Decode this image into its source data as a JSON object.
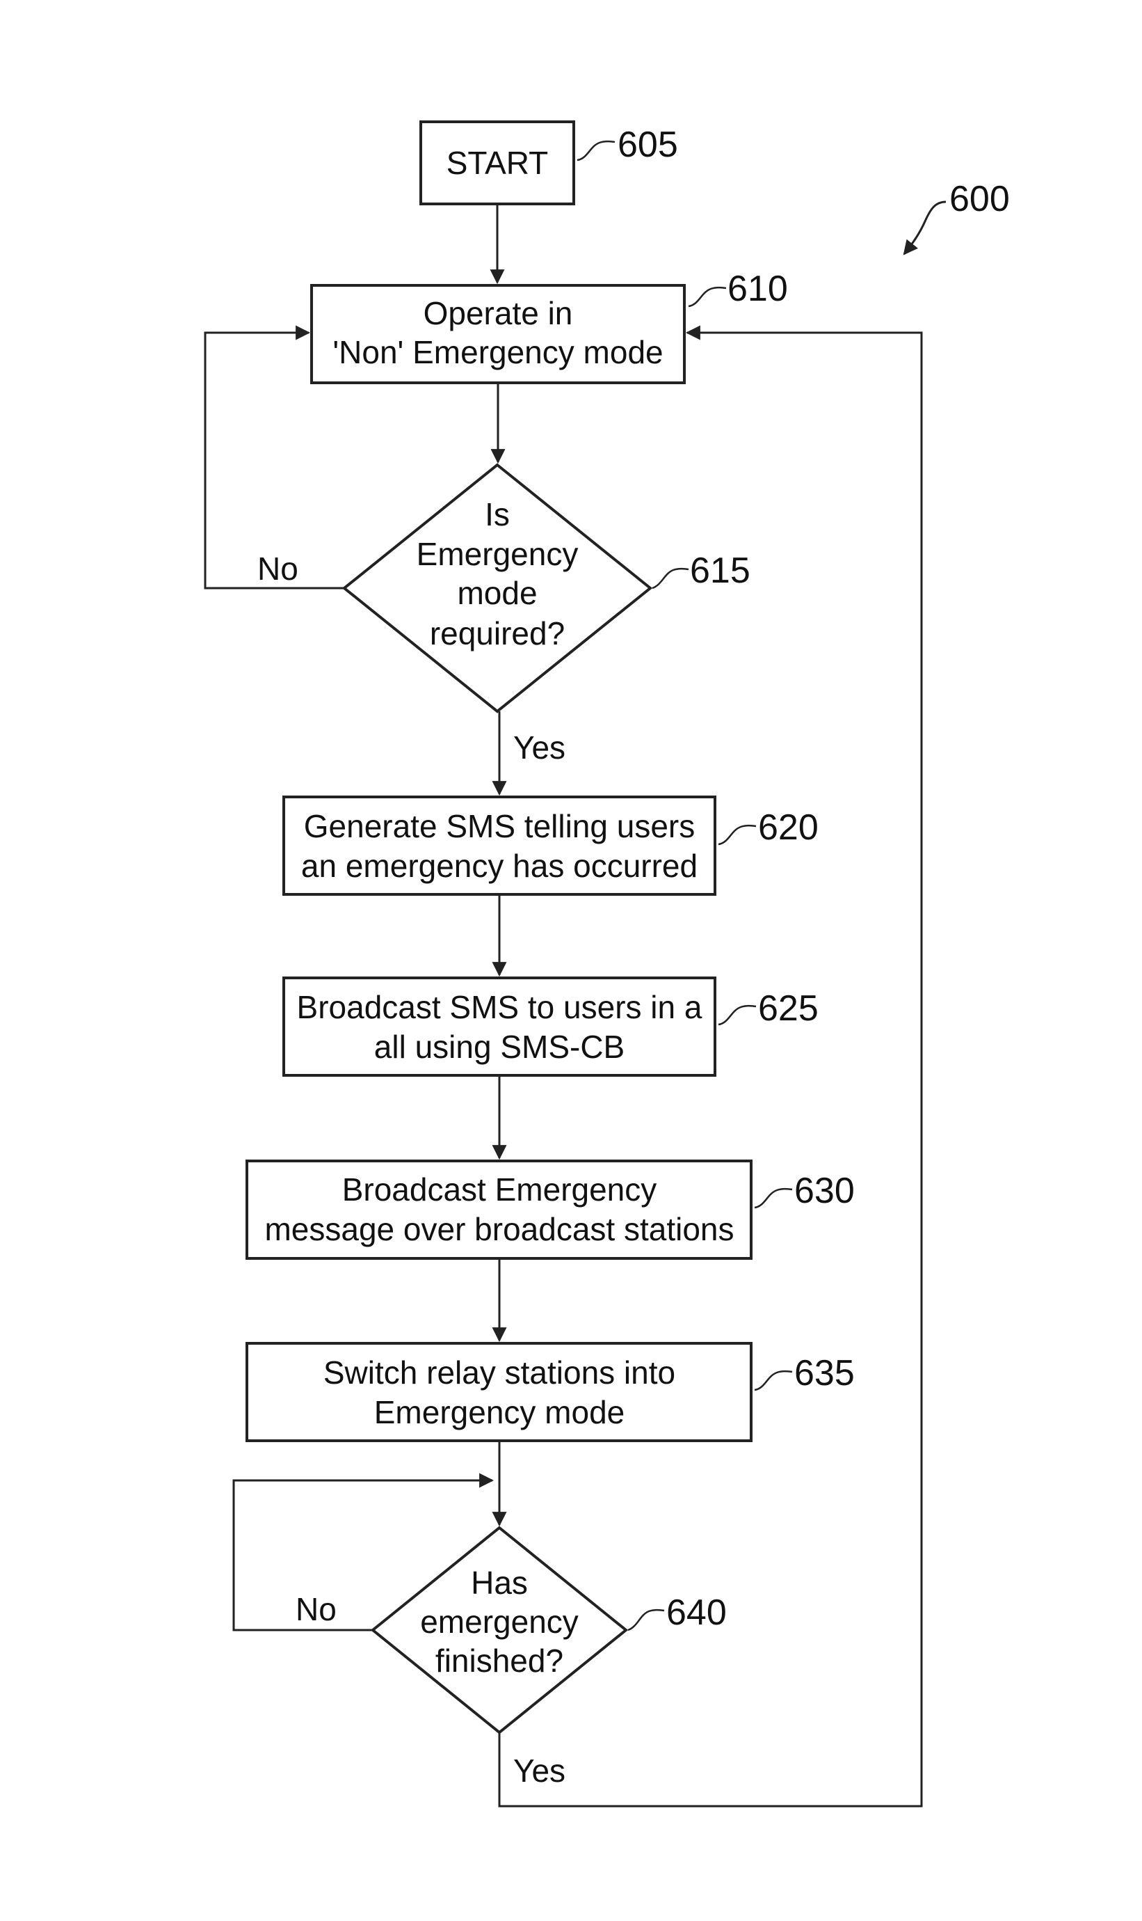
{
  "figure_ref": "600",
  "nodes": {
    "start": {
      "ref": "605",
      "lines": [
        "START"
      ]
    },
    "non_emergency": {
      "ref": "610",
      "lines": [
        "Operate in",
        "'Non' Emergency mode"
      ]
    },
    "decision_required": {
      "ref": "615",
      "lines": [
        "Is",
        "Emergency",
        "mode",
        "required?"
      ]
    },
    "generate_sms": {
      "ref": "620",
      "lines": [
        "Generate SMS telling users",
        "an emergency has occurred"
      ]
    },
    "broadcast_sms": {
      "ref": "625",
      "lines": [
        "Broadcast SMS to users in a",
        "all using SMS-CB"
      ]
    },
    "broadcast_message": {
      "ref": "630",
      "lines": [
        "Broadcast Emergency",
        "message over broadcast stations"
      ]
    },
    "switch_relay": {
      "ref": "635",
      "lines": [
        "Switch relay stations into",
        "Emergency mode"
      ]
    },
    "decision_finished": {
      "ref": "640",
      "lines": [
        "Has",
        "emergency",
        "finished?"
      ]
    }
  },
  "branches": {
    "required_no": "No",
    "required_yes": "Yes",
    "finished_no": "No",
    "finished_yes": "Yes"
  }
}
